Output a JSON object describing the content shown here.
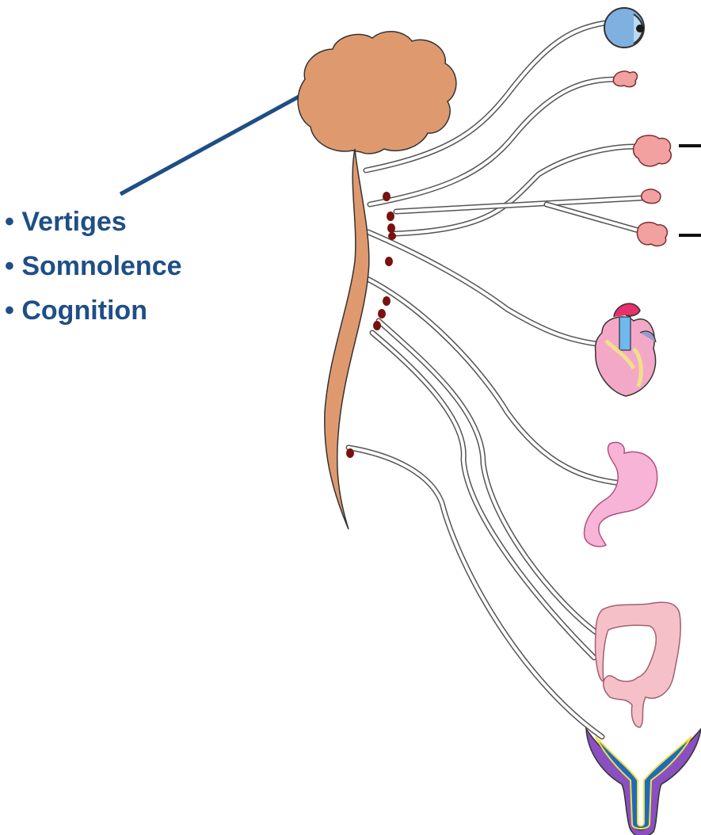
{
  "symptoms": {
    "items": [
      {
        "bullet": "•",
        "label": "Vertiges"
      },
      {
        "bullet": "•",
        "label": "Somnolence"
      },
      {
        "bullet": "•",
        "label": "Cognition"
      }
    ]
  },
  "organs": [
    "eye",
    "lacrimal-gland",
    "salivary-gland-large",
    "salivary-gland-small",
    "salivary-gland-lower",
    "heart",
    "stomach",
    "colon",
    "bladder"
  ],
  "colors": {
    "brain": "#de9a6e",
    "text": "#1f4e86",
    "ganglion": "#7a1010",
    "nerve_fill": "#ffffff",
    "nerve_stroke": "#555555",
    "eye": "#7fb0e0",
    "gland": "#f2a0a0",
    "heart": "#f4a8c8",
    "stomach": "#f7b4d6",
    "colon": "#f6c0c8",
    "bladder_outer": "#8a4fc0",
    "bladder_inner": "#1e6ac0"
  }
}
